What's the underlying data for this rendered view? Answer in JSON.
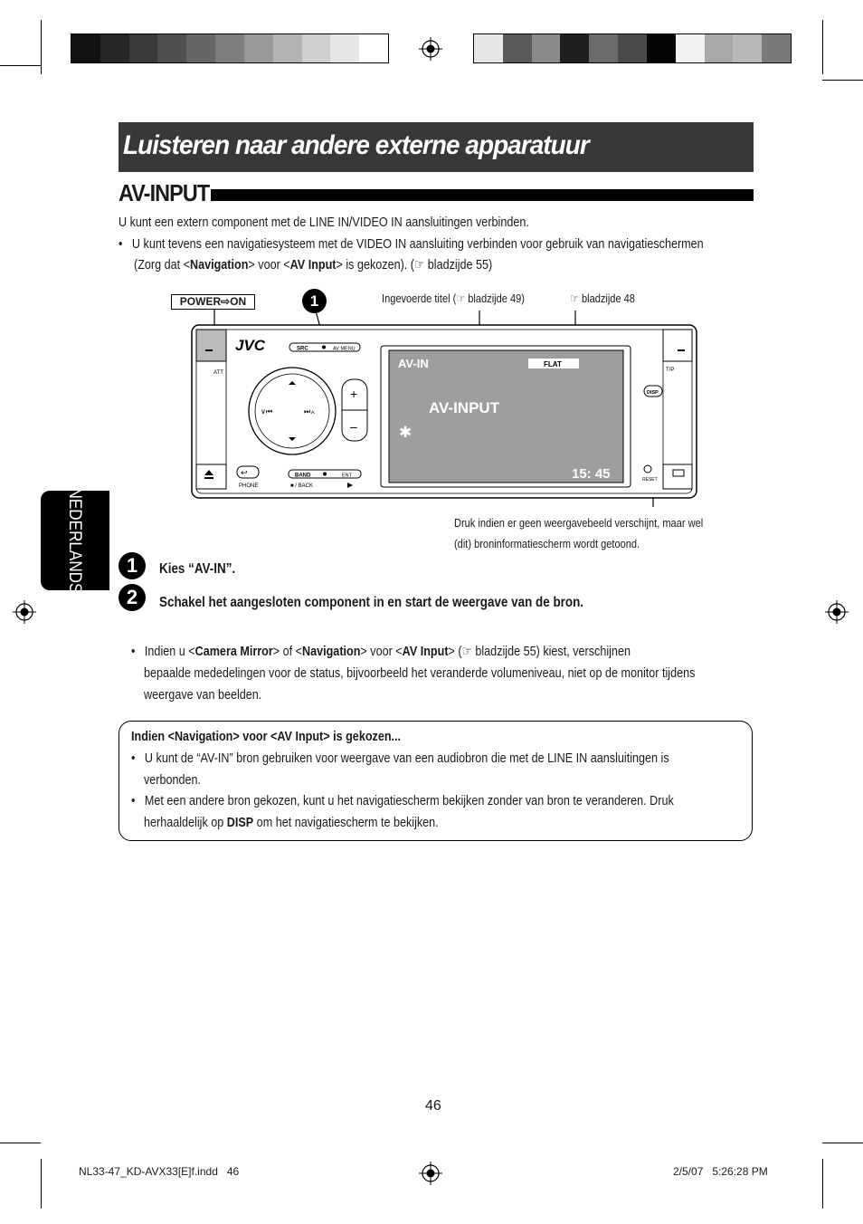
{
  "page": {
    "title": "Luisteren naar andere externe apparatuur",
    "section_heading": "AV-INPUT",
    "side_tab": "NEDERLANDS",
    "page_number": "46",
    "footer_left": "NL33-47_KD-AVX33[E]f.indd   46",
    "footer_right": "2/5/07   5:26:28 PM"
  },
  "intro": {
    "line1": "U kunt een extern component met de LINE IN/VIDEO IN aansluitingen verbinden.",
    "bullet_a": "U kunt tevens een navigatiesysteem met de VIDEO IN aansluiting verbinden voor gebruik van navigatieschermen",
    "bullet_b_pre": "(Zorg dat <",
    "bullet_b_nav": "Navigation",
    "bullet_b_mid": "> voor <",
    "bullet_b_av": "AV Input",
    "bullet_b_post": "> is gekozen). (☞ bladzijde 55)"
  },
  "diagram": {
    "power_label": "POWER⇨ON",
    "callout_number": "1",
    "label_title": "Ingevoerde titel (☞ bladzijde 49)",
    "label_page48": "☞ bladzijde 48",
    "brand": "JVC",
    "src_label": "SRC",
    "av_menu_label": "AV MENU",
    "att_label": "ATT",
    "phone_label": "PHONE",
    "band_label": "BAND",
    "ent_label": "ENT",
    "back_label": "■ / BACK",
    "tp_label": "T/P",
    "disp_label": "DISP",
    "reset_label": "RESET",
    "screen_source": "AV-IN",
    "screen_flat": "FLAT",
    "screen_title": "AV-INPUT",
    "screen_time": "15: 45",
    "note_line1": "Druk indien er geen weergavebeeld verschijnt, maar wel",
    "note_line2": "(dit) broninformatiescherm wordt getoond."
  },
  "steps": [
    {
      "num": "1",
      "text": "Kies “AV-IN”."
    },
    {
      "num": "2",
      "text": "Schakel het aangesloten component in en start de weergave van de bron."
    }
  ],
  "bullet2": {
    "l1_pre": "Indien u  <",
    "l1_cam": "Camera Mirror",
    "l1_mid1": "> of <",
    "l1_nav": "Navigation",
    "l1_mid2": "> voor <",
    "l1_av": "AV Input",
    "l1_post": "> (☞ bladzijde 55) kiest, verschijnen",
    "l2": "bepaalde mededelingen voor de status, bijvoorbeeld het veranderde volumeniveau, niet op de monitor tijdens",
    "l3": "weergave van beelden."
  },
  "notebox": {
    "heading": "Indien <Navigation> voor <AV Input> is gekozen...",
    "b1_l1": "U kunt de “AV-IN” bron gebruiken voor weergave van een audiobron die met de LINE IN aansluitingen is",
    "b1_l2": "verbonden.",
    "b2_l1": "Met een andere bron gekozen, kunt u het navigatiescherm bekijken zonder van bron te veranderen. Druk",
    "b2_l2_pre": "herhaaldelijk op ",
    "b2_l2_disp": "DISP",
    "b2_l2_post": " om het navigatiescherm te bekijken."
  },
  "colors": {
    "title_bg": "#383838",
    "screen_bg": "#9e9e9e",
    "swatches_left": [
      "#111111",
      "#262626",
      "#3a3a3a",
      "#4f4f4f",
      "#666666",
      "#7e7e7e",
      "#989898",
      "#b3b3b3",
      "#cfcfcf",
      "#e6e6e6",
      "#ffffff"
    ],
    "swatches_right": [
      "#e6e6e6",
      "#595959",
      "#8a8a8a",
      "#1f1f1f",
      "#6b6b6b",
      "#4a4a4a",
      "#050505",
      "#f0f0f0",
      "#a8a8a8",
      "#b8b8b8",
      "#7a7a7a"
    ]
  }
}
